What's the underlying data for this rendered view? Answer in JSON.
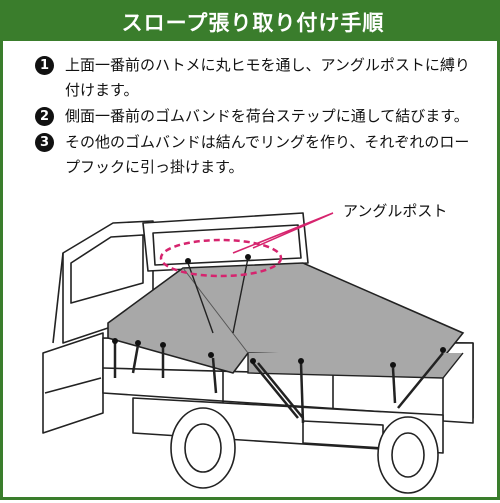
{
  "title": "スロープ張り取り付け手順",
  "steps": [
    {
      "num": "1",
      "text": "上面一番前のハトメに丸ヒモを通し、アングルポストに縛り付けます。"
    },
    {
      "num": "2",
      "text": "側面一番前のゴムバンドを荷台ステップに通して結びます。"
    },
    {
      "num": "3",
      "text": "その他のゴムバンドは結んでリングを作り、それぞれのロープフックに引っ掛けます。"
    }
  ],
  "illustration": {
    "callout_label": "アングルポスト",
    "callout_color": "#d6246e",
    "sheet_color": "#a8a8a8",
    "frame_color": "#3a7d2c"
  }
}
